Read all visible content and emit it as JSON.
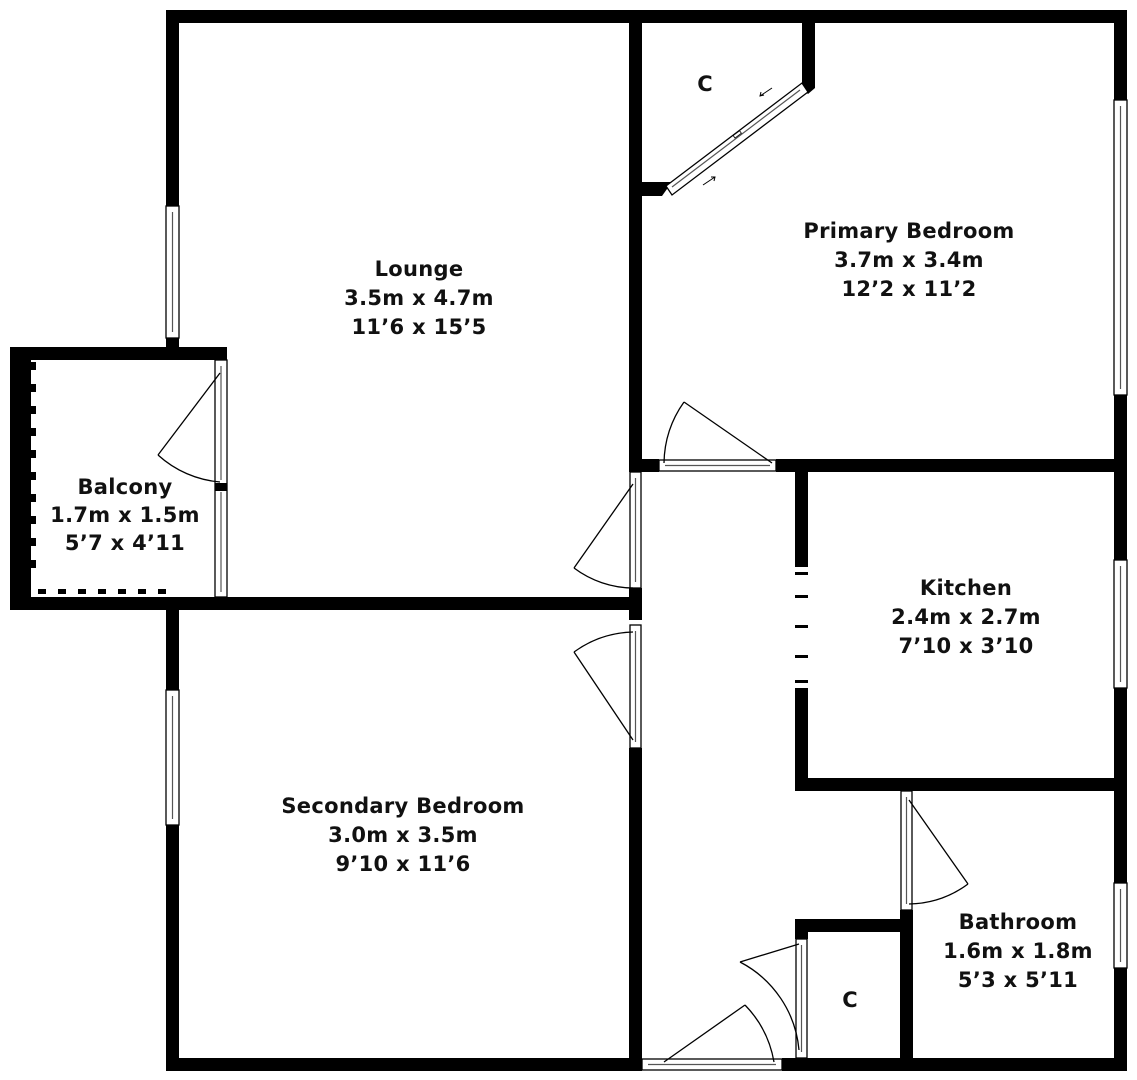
{
  "rooms": {
    "lounge": {
      "name": "Lounge",
      "metric": "3.5m x 4.7m",
      "imperial": "11’6 x 15’5"
    },
    "primary_bedroom": {
      "name": "Primary Bedroom",
      "metric": "3.7m x 3.4m",
      "imperial": "12’2 x 11’2"
    },
    "balcony": {
      "name": "Balcony",
      "metric": "1.7m x 1.5m",
      "imperial": "5’7 x 4’11"
    },
    "kitchen": {
      "name": "Kitchen",
      "metric": "2.4m x 2.7m",
      "imperial": "7’10 x 3’10"
    },
    "secondary_bedroom": {
      "name": "Secondary Bedroom",
      "metric": "3.0m x 3.5m",
      "imperial": "9’10 x 11’6"
    },
    "bathroom": {
      "name": "Bathroom",
      "metric": "1.6m x 1.8m",
      "imperial": "5’3 x 5’11"
    }
  },
  "closets": {
    "bedroom_closet": "C",
    "hall_closet": "C"
  },
  "colors": {
    "wall": "#000000",
    "background": "#ffffff"
  }
}
